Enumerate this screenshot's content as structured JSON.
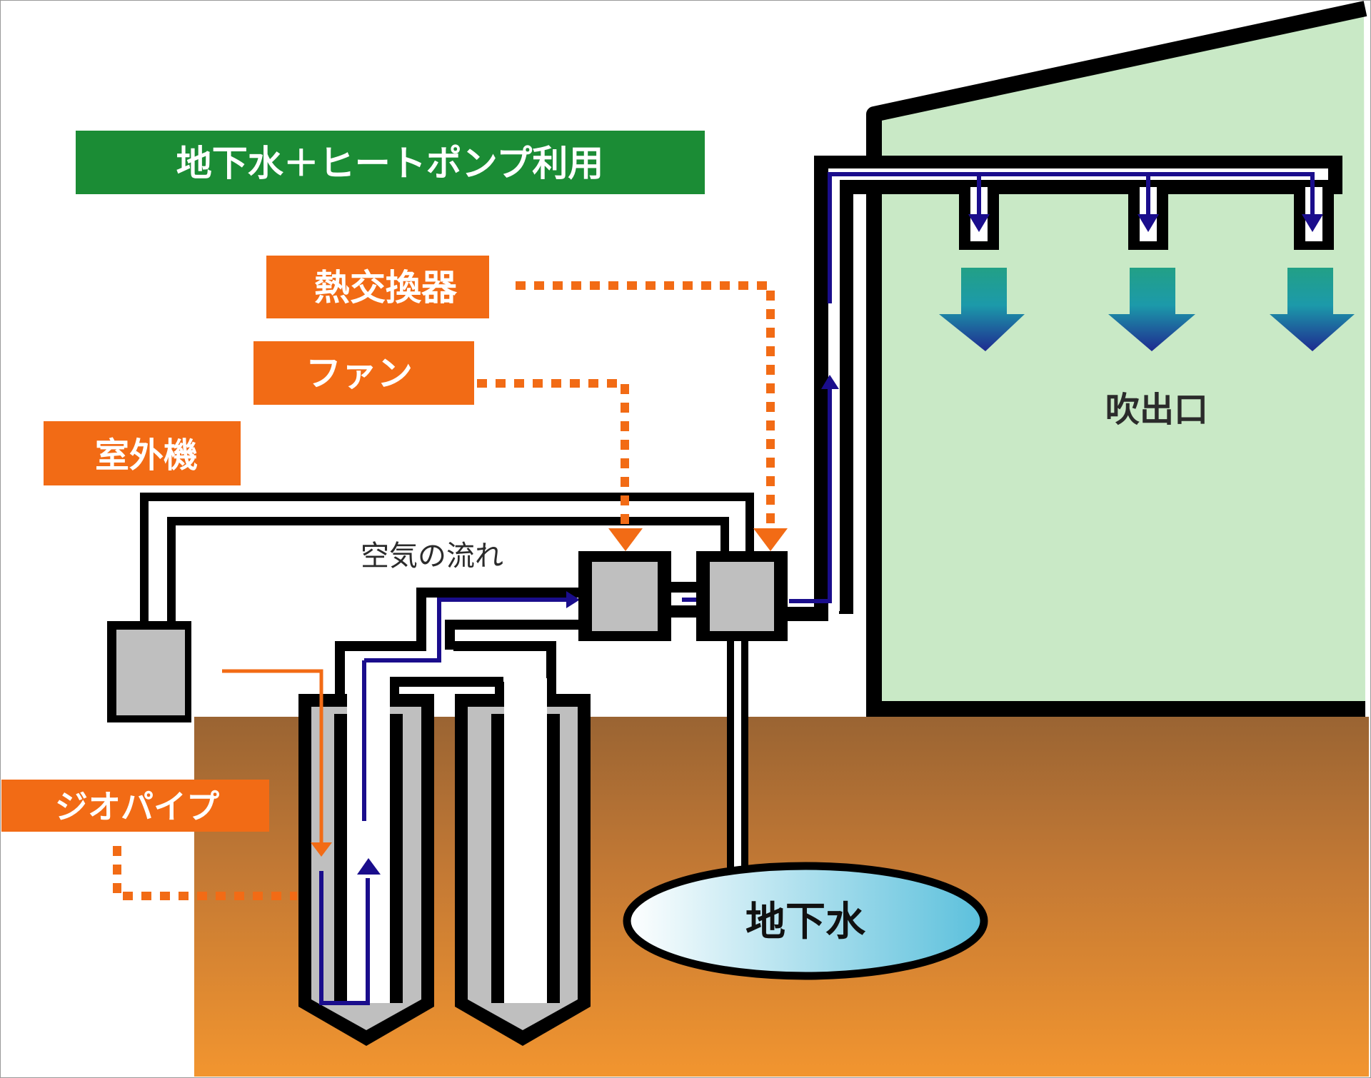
{
  "title": "地下水＋ヒートポンプ利用",
  "labels": {
    "heat_exchanger": "熱交換器",
    "fan": "ファン",
    "outdoor_unit": "室外機",
    "geo_pipe": "ジオパイプ",
    "air_flow": "空気の流れ",
    "outlet": "吹出口",
    "groundwater": "地下水"
  },
  "colors": {
    "title_bg": "#1b8c35",
    "label_bg": "#f26b15",
    "building_fill": "#c9e9c6",
    "ground_top": "#9a6433",
    "ground_bottom": "#f2952f",
    "equipment_gray": "#bfbfbf",
    "air_flow_line": "#1a0d8c",
    "leader_orange": "#f26b15",
    "groundwater_light": "#ffffff",
    "groundwater_dark": "#5bc0dc"
  },
  "outlet_vent_count": 3
}
